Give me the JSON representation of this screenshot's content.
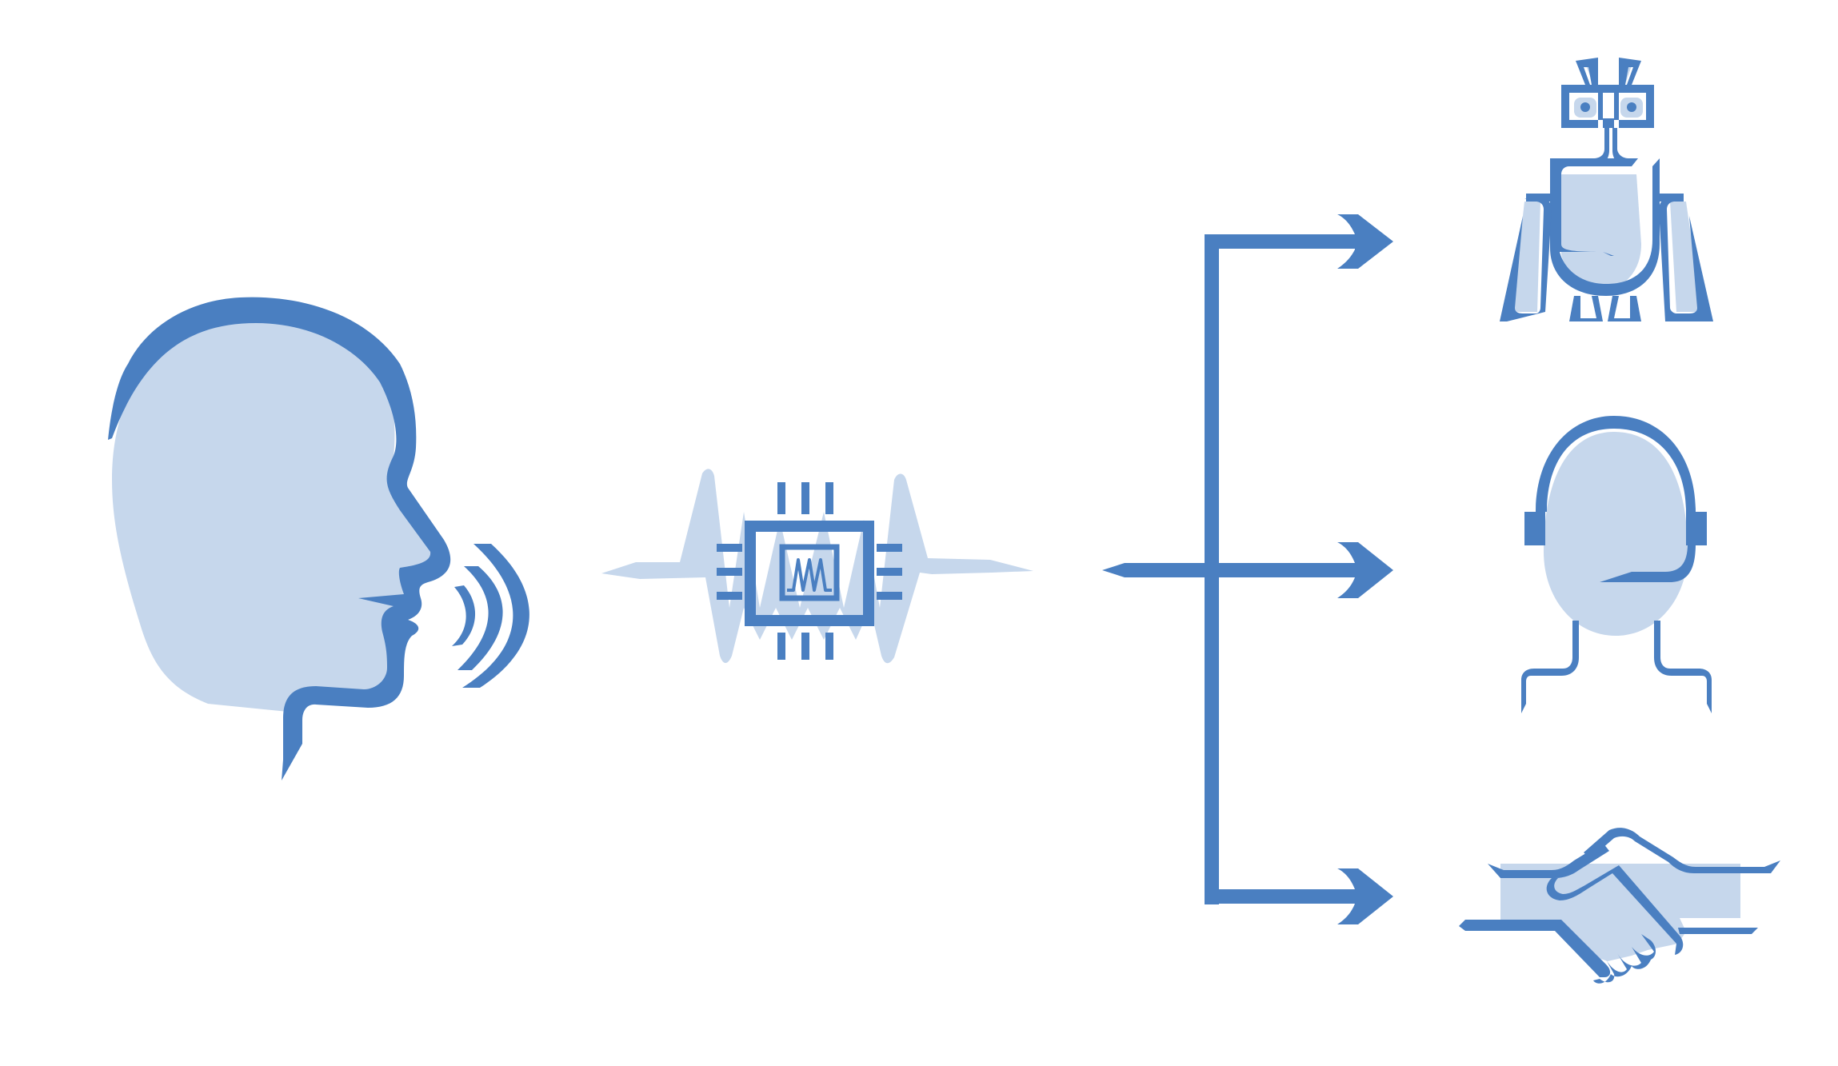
{
  "diagram": {
    "colors": {
      "primary": "#4A7FC1",
      "light": "#C6D7EC",
      "background": "#FFFFFF"
    },
    "nodes": [
      {
        "id": "speaker",
        "icon": "speaking-head-icon"
      },
      {
        "id": "processor",
        "icon": "speech-chip-icon"
      },
      {
        "id": "robot",
        "icon": "robot-icon"
      },
      {
        "id": "operator",
        "icon": "headset-person-icon"
      },
      {
        "id": "agreement",
        "icon": "handshake-icon"
      }
    ],
    "edges": [
      {
        "from": "processor",
        "to": "robot"
      },
      {
        "from": "processor",
        "to": "operator"
      },
      {
        "from": "processor",
        "to": "agreement"
      }
    ]
  }
}
